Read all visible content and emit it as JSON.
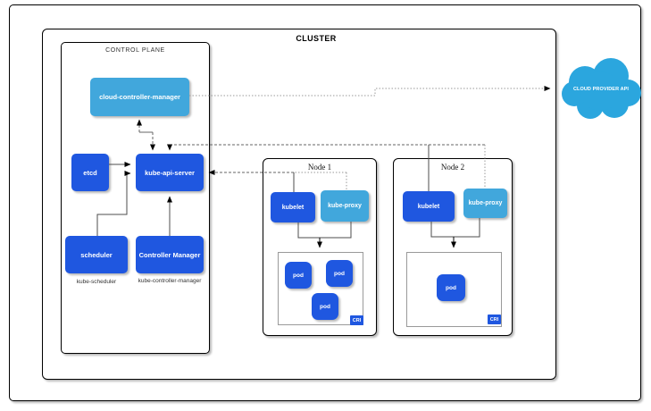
{
  "title": "CLUSTER",
  "colors": {
    "component_dark_blue": "#1f57e0",
    "component_light_blue": "#41a7dc",
    "cloud_blue": "#2ba6de",
    "wire_gray": "#666666"
  },
  "control_plane": {
    "label": "CONTROL PLANE",
    "cloud_controller_manager": "cloud-controller-manager",
    "etcd": "etcd",
    "kube_api_server": "kube-api-server",
    "scheduler": "scheduler",
    "controller_manager": "Controller Manager",
    "scheduler_caption": "kube-scheduler",
    "controller_manager_caption": "kube-controller-manager"
  },
  "nodes": [
    {
      "name": "Node 1",
      "kubelet": "kubelet",
      "kube_proxy": "kube-proxy",
      "pods": [
        "pod",
        "pod",
        "pod"
      ],
      "runtime": "CRI"
    },
    {
      "name": "Node 2",
      "kubelet": "kubelet",
      "kube_proxy": "kube-proxy",
      "pods": [
        "pod"
      ],
      "runtime": "CRI"
    }
  ],
  "external": {
    "cloud_provider_api": "CLOUD PROVIDER API"
  }
}
